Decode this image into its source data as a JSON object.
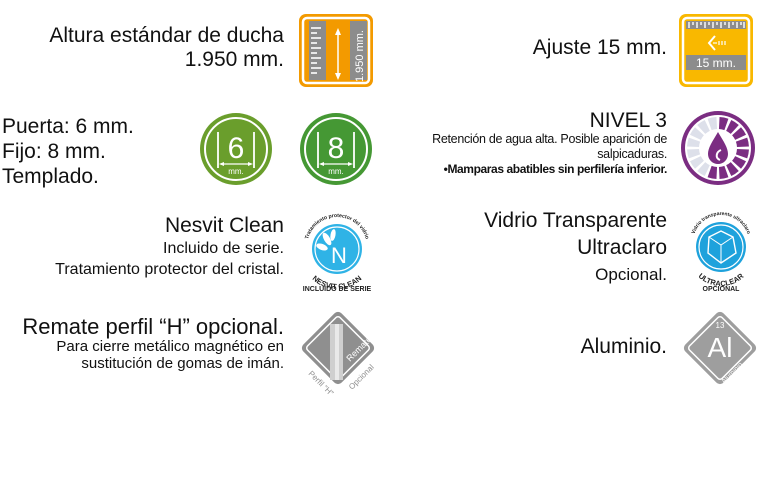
{
  "colors": {
    "orange": "#f39a00",
    "yellow": "#f9b800",
    "gray_band": "#8c8c8c",
    "green_light": "#6a9e2c",
    "green_dark": "#459834",
    "purple": "#7b2d82",
    "purple_light": "#dde0ea",
    "cyan": "#2fb3e6",
    "blue": "#1ea2dc",
    "diamond_gray": "#9e9e9e"
  },
  "features": {
    "shower_height": {
      "title": "Altura estándar de ducha",
      "value": "1.950 mm.",
      "icon": "height-ruler-icon",
      "icon_label": "1.950 mm."
    },
    "adjust": {
      "title": "Ajuste 15 mm.",
      "icon": "adjustment-ruler-icon",
      "icon_label": "15 mm."
    },
    "glass_thickness": {
      "lines": [
        "Puerta: 6 mm.",
        "Fijo: 8 mm.",
        "Templado."
      ],
      "door_icon": {
        "number": "6",
        "unit": "mm."
      },
      "fixed_icon": {
        "number": "8",
        "unit": "mm."
      }
    },
    "water_level": {
      "title": "NIVEL 3",
      "description": "Retención de agua alta. Posible aparición de salpicaduras.",
      "note": "•Mamparas abatibles sin perfilería inferior.",
      "icon": "water-drop-level-icon",
      "level_filled_segments": 9,
      "level_total_segments": 16
    },
    "nesvit": {
      "title": "Nesvit Clean",
      "line1": "Incluido de serie.",
      "line2": "Tratamiento protector del cristal.",
      "badge_top": "Tratamiento protector del vidrio",
      "badge_bottom1": "NESVIT CLEAN",
      "badge_bottom2": "INCLUIDO DE SERIE",
      "badge_letter": "N"
    },
    "ultraclear": {
      "title1": "Vidrio Transparente",
      "title2": "Ultraclaro",
      "option": "Opcional.",
      "badge_top": "Vidrio transparente ultraclaro",
      "badge_bottom1": "ULTRACLEAR",
      "badge_bottom2": "OPCIONAL"
    },
    "h_profile": {
      "title": "Remate perfil “H” opcional.",
      "line1": "Para cierre metálico magnético en",
      "line2": "sustitución de gomas de imán.",
      "badge_left": "Perfil “H”",
      "badge_right1": "Remate",
      "badge_right2": "Opcional"
    },
    "aluminium": {
      "title": "Aluminio.",
      "atomic_number": "13",
      "symbol": "Al",
      "badge_name": "Aluminio"
    }
  }
}
